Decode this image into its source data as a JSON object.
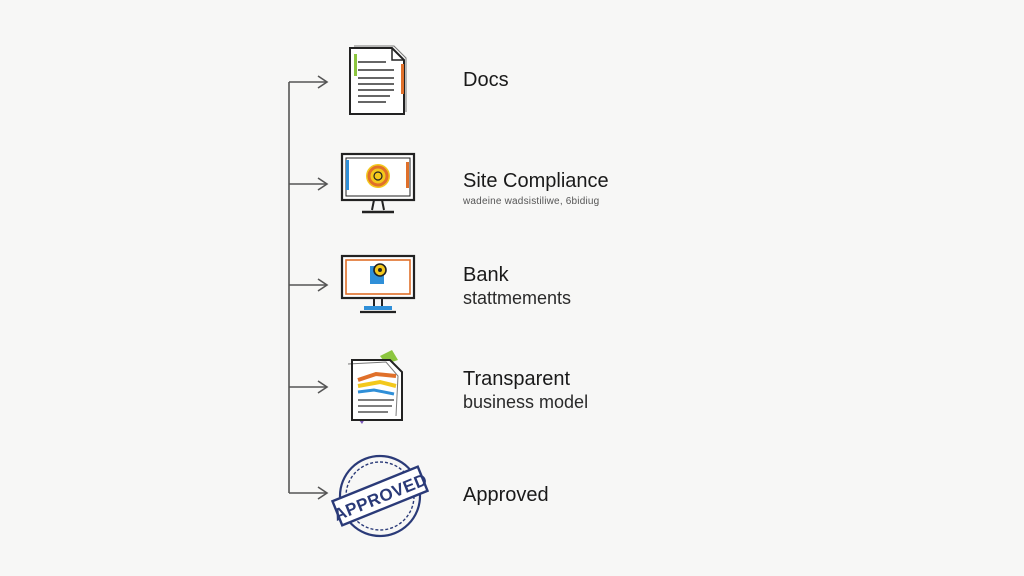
{
  "steps": [
    {
      "id": "docs",
      "title": "Docs",
      "icon": "document-icon"
    },
    {
      "id": "site",
      "title": "Site Compliance",
      "note": "wadeine wadsistiliwe, 6bidiug",
      "icon": "monitor-compliance-icon"
    },
    {
      "id": "bank",
      "title": "Bank",
      "subtitle": "stattmements",
      "icon": "monitor-bank-icon"
    },
    {
      "id": "model",
      "title": "Transparent",
      "subtitle": "business model",
      "icon": "document-chart-icon"
    },
    {
      "id": "approved",
      "title": "Approved",
      "icon": "approved-stamp-icon",
      "stamp_text": "APPROVED"
    }
  ],
  "colors": {
    "line": "#555555",
    "ink": "#222222",
    "orange": "#e0702a",
    "yellow": "#f3c81c",
    "blue": "#2f8fd8",
    "green": "#8cc63f",
    "purple": "#7a58b8",
    "stamp": "#2a3a78"
  }
}
